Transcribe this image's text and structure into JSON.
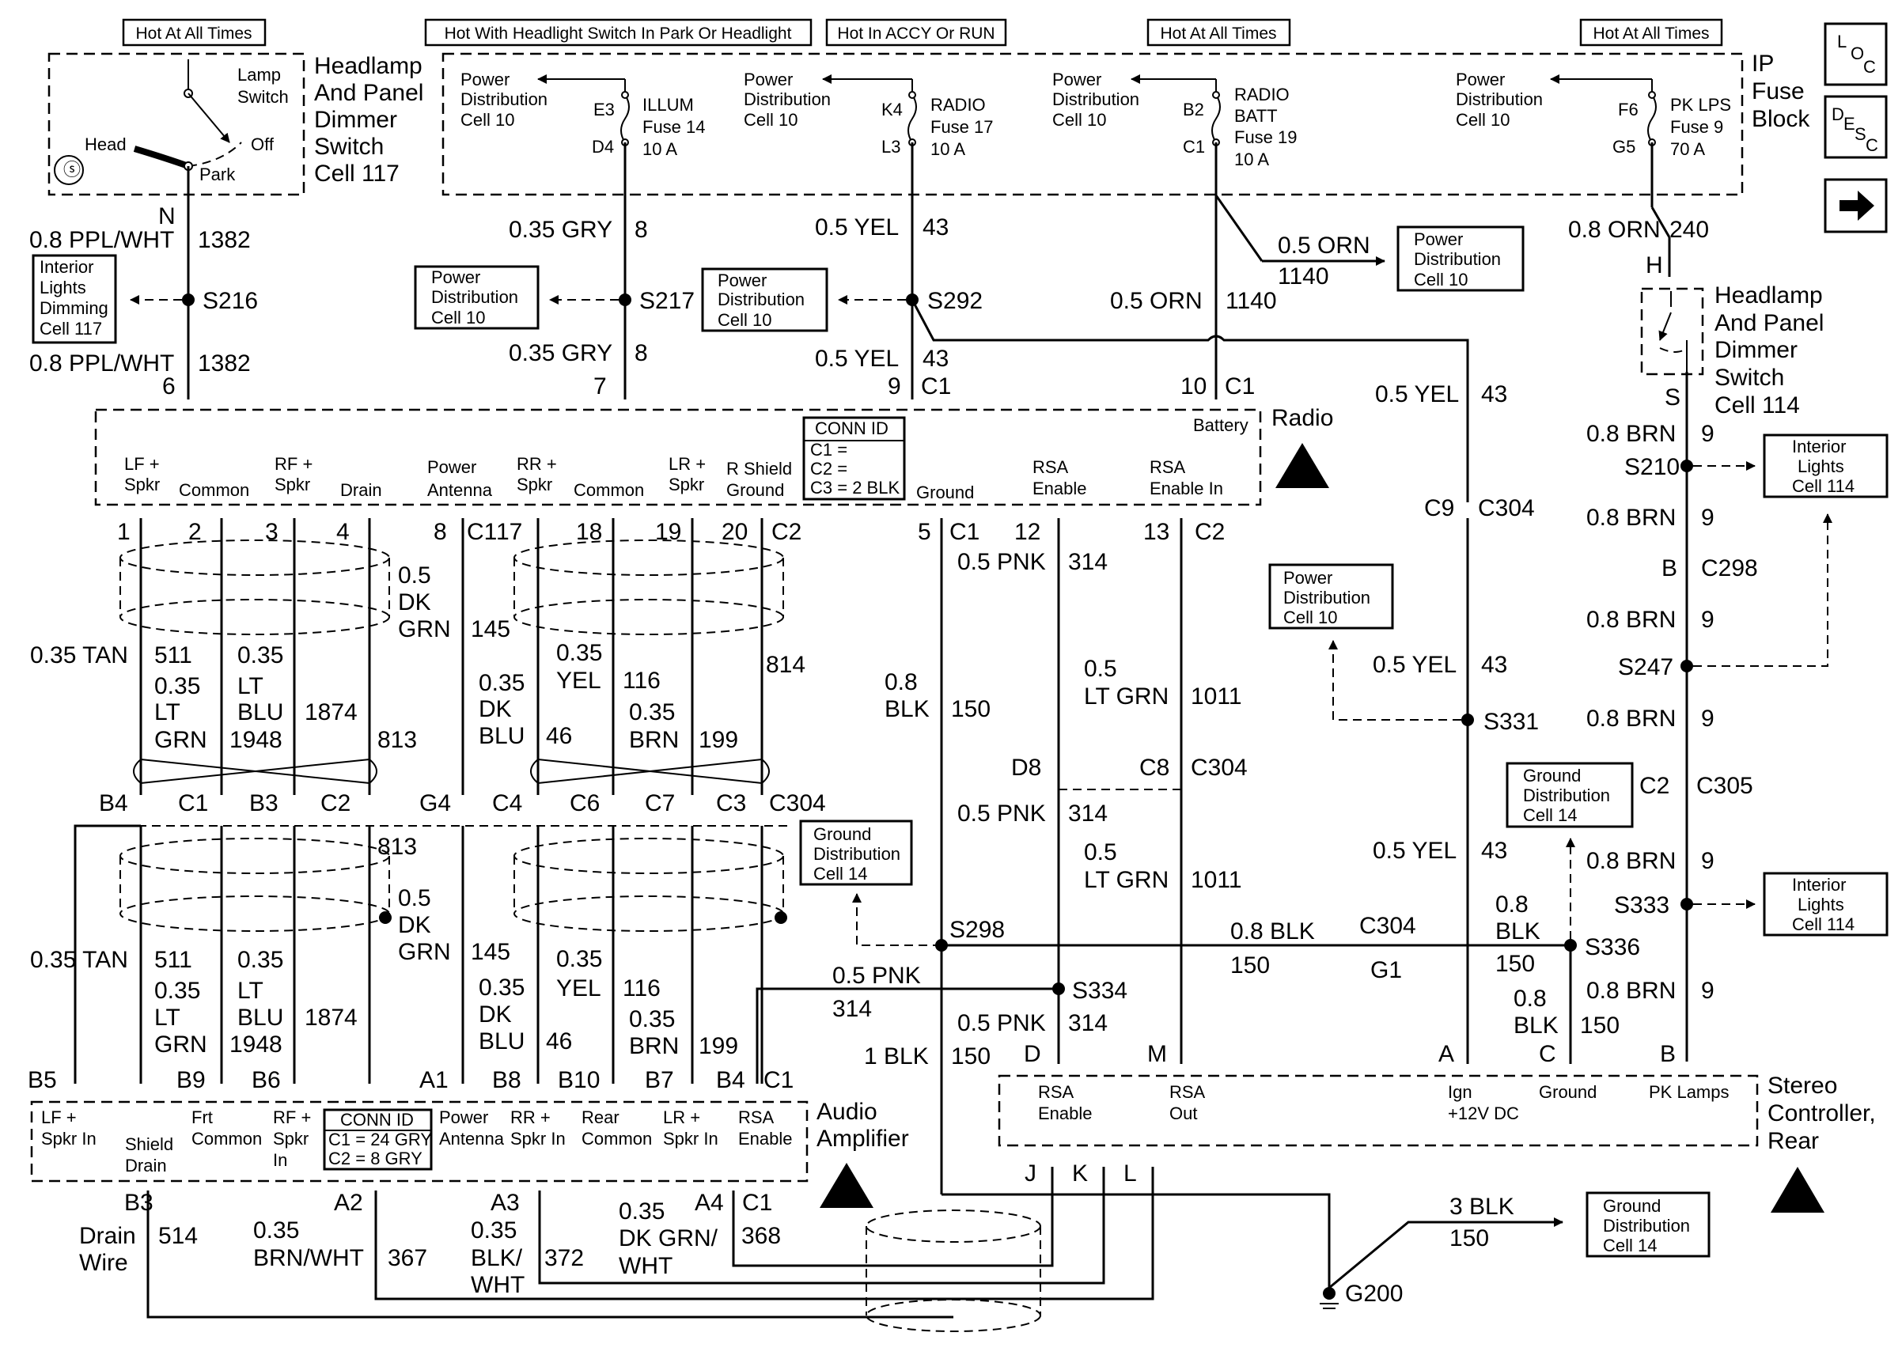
{
  "headers": [
    "Hot At All Times",
    "Hot With Headlight Switch In Park Or Headlight",
    "Hot In ACCY Or RUN",
    "Hot At All Times",
    "Hot At All Times"
  ],
  "side_icons": {
    "loc": [
      "L",
      "O",
      "C"
    ],
    "desc": [
      "D",
      "E",
      "S",
      "C"
    ]
  },
  "components": {
    "dimmer_top": [
      "Headlamp",
      "And Panel",
      "Dimmer",
      "Switch",
      "Cell 117"
    ],
    "dimmer_right": [
      "Headlamp",
      "And Panel",
      "Dimmer",
      "Switch",
      "Cell 114"
    ],
    "fuse_block": [
      "IP",
      "Fuse",
      "Block"
    ],
    "radio": "Radio",
    "audio_amp": [
      "Audio",
      "Amplifier"
    ],
    "stereo": [
      "Stereo",
      "Controller,",
      "Rear"
    ],
    "ground_g200": "G200"
  },
  "switch_labels": {
    "lamp": [
      "Lamp",
      "Switch"
    ],
    "head": "Head",
    "off": "Off",
    "park": "Park",
    "n": "N"
  },
  "fuses": [
    {
      "pin_in": "E3",
      "pin_out": "D4",
      "name": [
        "ILLUM",
        "Fuse 14",
        "10 A"
      ]
    },
    {
      "pin_in": "K4",
      "pin_out": "L3",
      "name": [
        "RADIO",
        "Fuse 17",
        "10 A"
      ]
    },
    {
      "pin_in": "B2",
      "pin_out": "C1",
      "name": [
        "RADIO",
        "BATT",
        "Fuse 19",
        "10 A"
      ]
    },
    {
      "pin_in": "F6",
      "pin_out": "G5",
      "name": [
        "PK LPS",
        "Fuse 9",
        "70 A"
      ]
    }
  ],
  "power_dist": [
    "Power",
    "Distribution",
    "Cell 10"
  ],
  "ground_dist": [
    "Ground",
    "Distribution",
    "Cell 14"
  ],
  "interior_117": [
    "Interior",
    "Lights",
    "Dimming",
    "Cell 117"
  ],
  "interior_114": [
    "Interior",
    "Lights",
    "Cell 114"
  ],
  "conn_radio": [
    "CONN ID",
    "C1 =",
    "C2 =",
    "C3 = 2 BLK"
  ],
  "conn_amp": [
    "CONN ID",
    "C1 = 24 GRY",
    "C2 = 8 GRY"
  ],
  "radio_pins": {
    "lf": [
      "LF +",
      "Spkr"
    ],
    "common1": "Common",
    "rf": [
      "RF +",
      "Spkr"
    ],
    "drain": "Drain",
    "power": [
      "Power",
      "Antenna"
    ],
    "rr": [
      "RR +",
      "Spkr"
    ],
    "common2": "Common",
    "lr": [
      "LR +",
      "Spkr"
    ],
    "rshield": [
      "R Shield",
      "Ground"
    ],
    "ground": "Ground",
    "rsa_en": [
      "RSA",
      "Enable"
    ],
    "rsa_enin": [
      "RSA",
      "Enable In"
    ],
    "battery": "Battery"
  },
  "amp_pins": {
    "lf": [
      "LF +",
      "Spkr In"
    ],
    "shield": [
      "Shield",
      "Drain"
    ],
    "frt": [
      "Frt",
      "Common"
    ],
    "rf": [
      "RF +",
      "Spkr",
      "In"
    ],
    "power": [
      "Power",
      "Antenna"
    ],
    "rr": [
      "RR +",
      "Spkr In"
    ],
    "rear": [
      "Rear",
      "Common"
    ],
    "lr": [
      "LR +",
      "Spkr In"
    ],
    "rsa": [
      "RSA",
      "Enable"
    ]
  },
  "stereo_pins": {
    "rsa_en": [
      "RSA",
      "Enable"
    ],
    "rsa_out": [
      "RSA",
      "Out"
    ],
    "ign": [
      "Ign",
      "+12V DC"
    ],
    "ground": "Ground",
    "pk": "PK Lamps"
  },
  "splices": [
    "S216",
    "S217",
    "S292",
    "S210",
    "S247",
    "S331",
    "S298",
    "S334",
    "S336",
    "S333"
  ],
  "connectors": [
    "C304",
    "C298",
    "C305",
    "G1",
    "C1",
    "C2"
  ],
  "wire_labels": {
    "ppl_wht": "0.8 PPL/WHT",
    "c1382": "1382",
    "gry035": "0.35 GRY",
    "c8": "8",
    "yel05": "0.5 YEL",
    "c43": "43",
    "orn05": "0.5 ORN",
    "c1140": "1140",
    "orn08": "0.8 ORN",
    "c240": "240",
    "brn08": "0.8 BRN",
    "c9": "9",
    "tan": "0.35 TAN",
    "c511": "511",
    "c035": "0.35",
    "lt": "LT",
    "grn": "GRN",
    "c1948": "1948",
    "blu": "BLU",
    "c1874": "1874",
    "c813": "813",
    "c05": "0.5",
    "dk": "DK",
    "c145": "145",
    "yel": "YEL",
    "c116": "116",
    "brn": "BRN",
    "c46": "46",
    "c199": "199",
    "c814": "814",
    "c08": "0.8",
    "blk": "BLK",
    "c150": "150",
    "pnk05": "0.5 PNK",
    "c314": "314",
    "c1011": "1011",
    "ltgrn": "LT GRN",
    "blk08": "0.8 BLK",
    "blk1": "1 BLK",
    "blk3": "3 BLK",
    "drain_wire": [
      "Drain",
      "Wire"
    ],
    "c514": "514",
    "brn_wht": "BRN/WHT",
    "c367": "367",
    "blk_slash": "BLK/",
    "wht": "WHT",
    "c372": "372",
    "dkgrn_slash": "DK GRN/",
    "c368": "368"
  },
  "pins_top": {
    "p6": "6",
    "p7": "7",
    "p9": "9",
    "c1": "C1",
    "p10": "10",
    "s": "S",
    "h": "H"
  },
  "pins_radio_bottom": [
    "1",
    "2",
    "3",
    "4",
    "8",
    "C1",
    "17",
    "18",
    "19",
    "20",
    "C2",
    "5",
    "C1",
    "12",
    "13",
    "C2"
  ],
  "pins_c304_row": [
    "B4",
    "C1",
    "B3",
    "C2",
    "G4",
    "C4",
    "C6",
    "C7",
    "C3",
    "C304",
    "D8",
    "C8",
    "C304",
    "C9",
    "C304",
    "B",
    "C298",
    "C2",
    "C305"
  ],
  "pins_amp_top": [
    "B5",
    "B9",
    "B6",
    "A1",
    "B8",
    "B10",
    "B7",
    "B4",
    "C1",
    "D",
    "M",
    "A",
    "C",
    "B"
  ],
  "pins_amp_bottom": [
    "B3",
    "A2",
    "A3",
    "A4",
    "C1",
    "J",
    "K",
    "L"
  ]
}
